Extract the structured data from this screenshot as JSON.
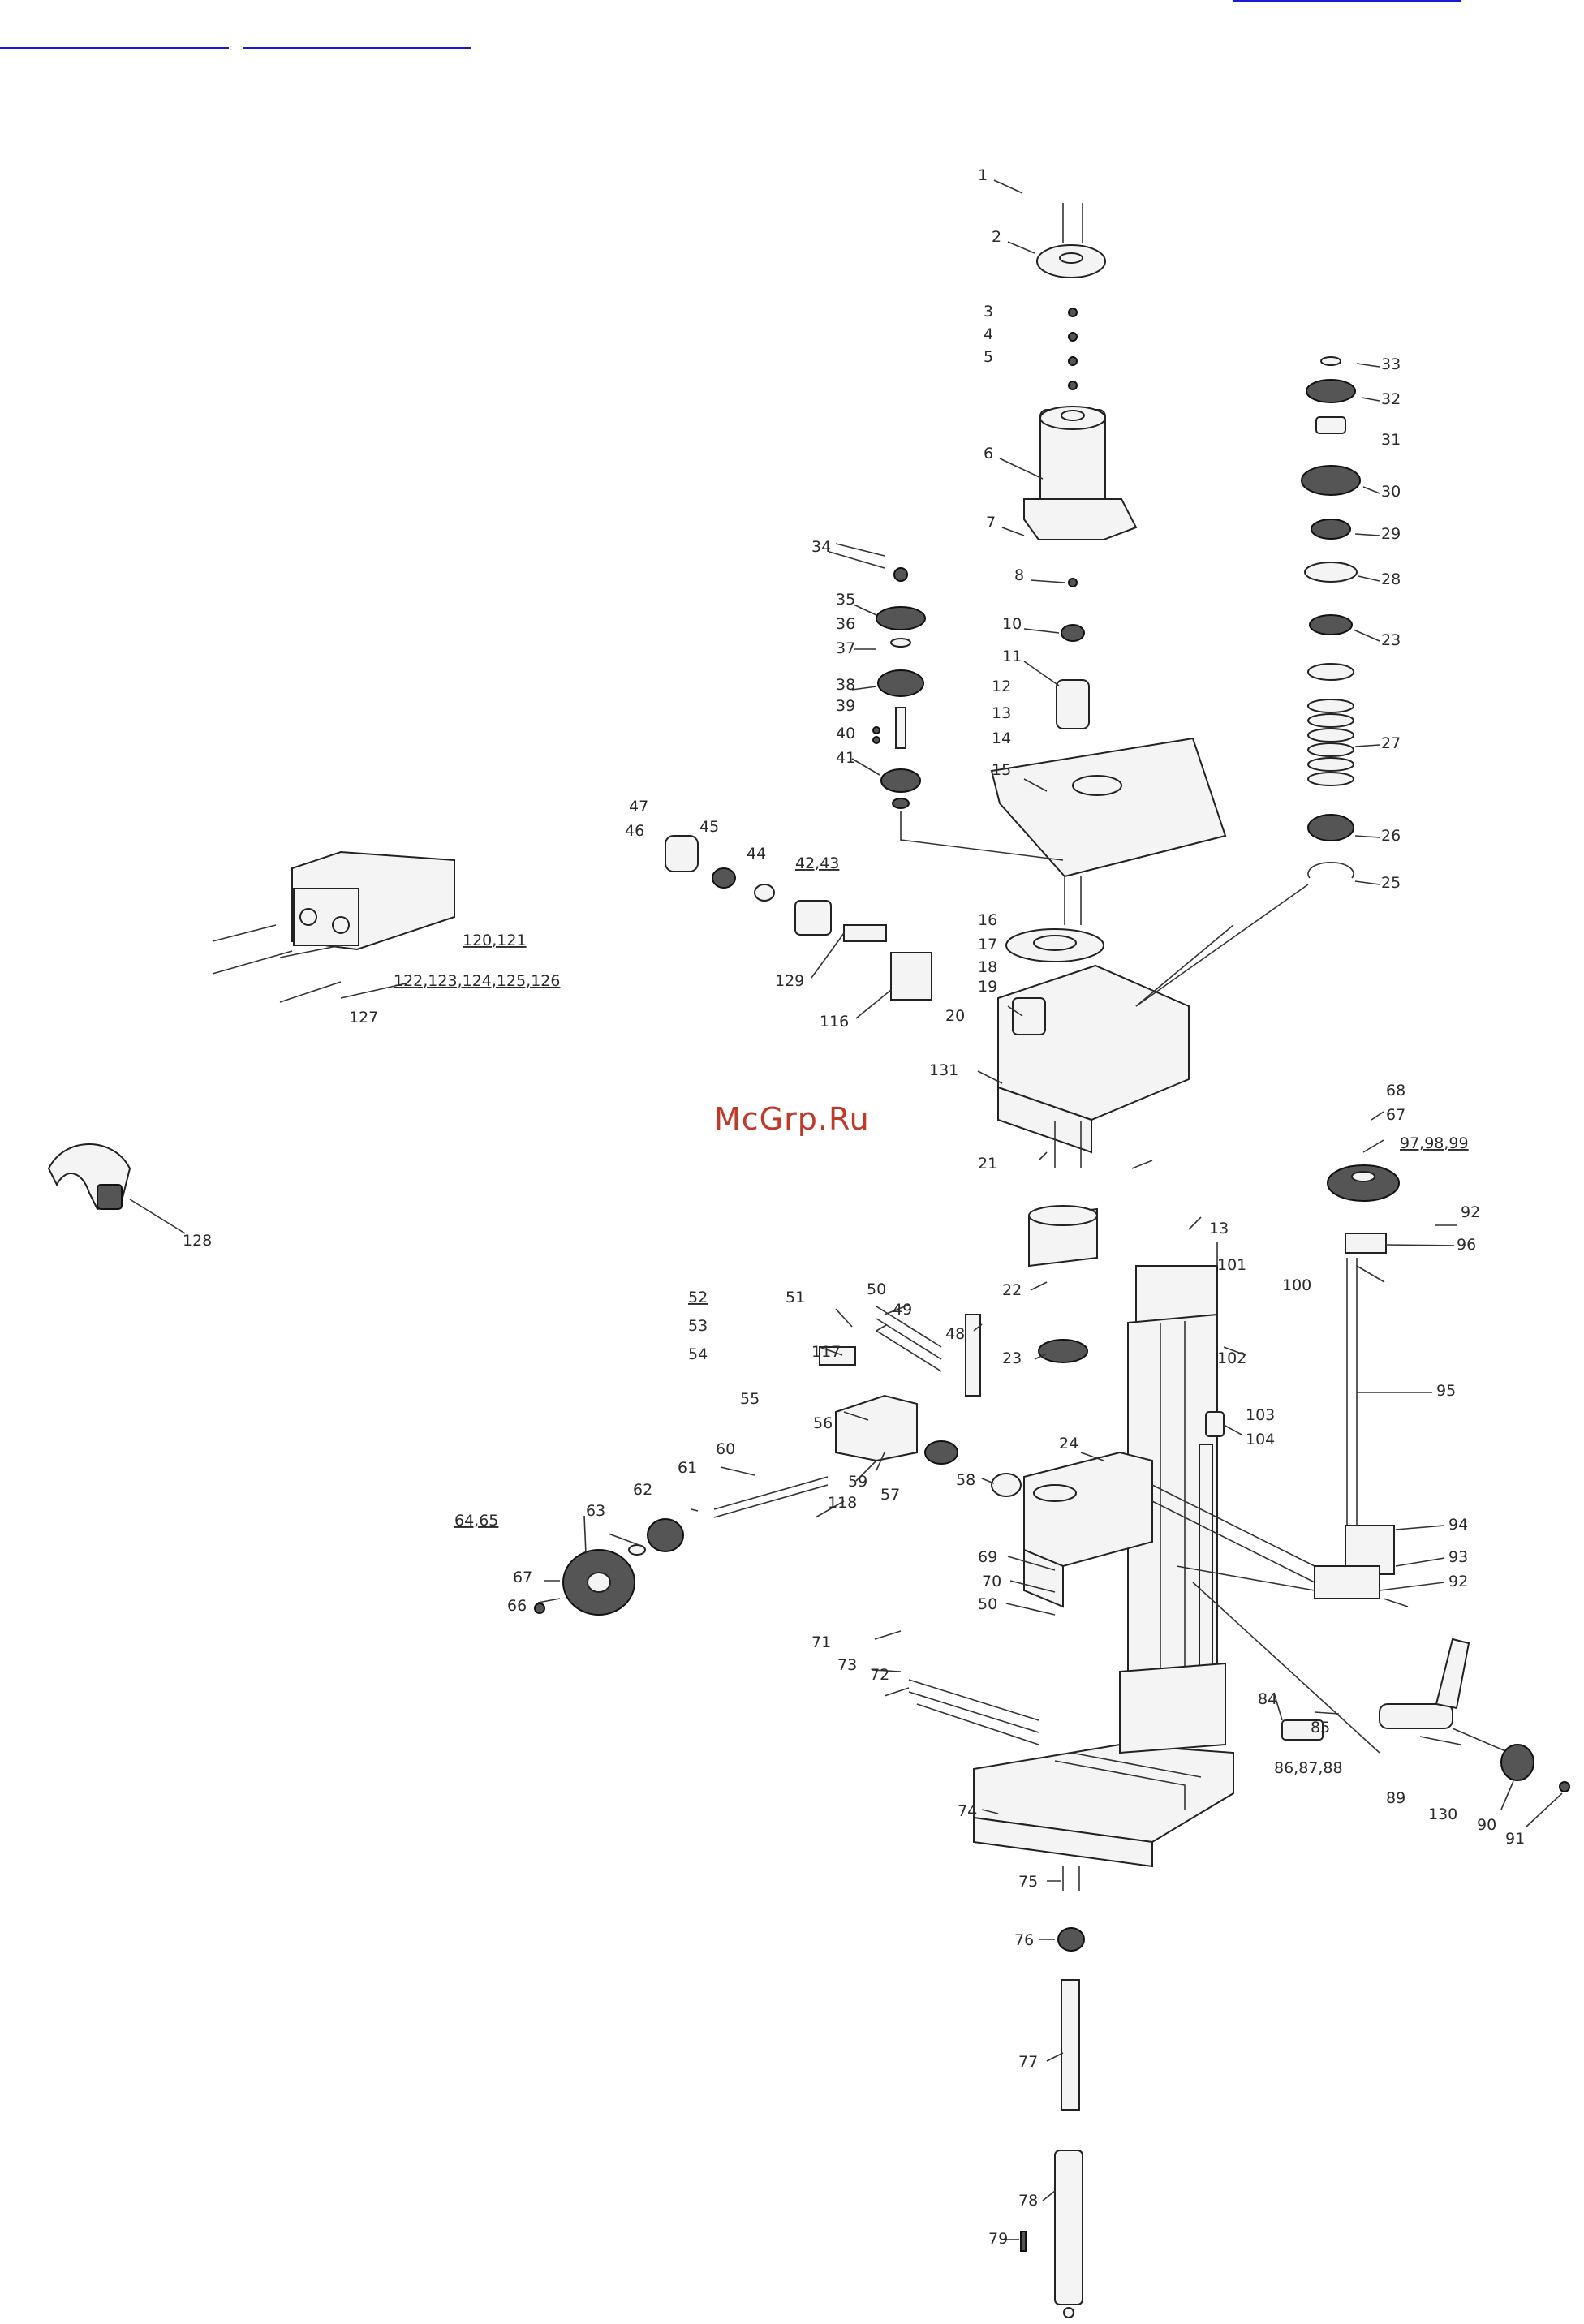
{
  "watermark": "McGrp.Ru",
  "labels": {
    "l1": "1",
    "l2": "2",
    "l3": "3",
    "l4": "4",
    "l5": "5",
    "l6": "6",
    "l7": "7",
    "l8": "8",
    "l10": "10",
    "l11": "11",
    "l12": "12",
    "l13": "13",
    "l14": "14",
    "l15": "15",
    "l16": "16",
    "l17": "17",
    "l18": "18",
    "l19": "19",
    "l20": "20",
    "l21": "21",
    "l22": "22",
    "l23a": "23",
    "l23b": "23",
    "l24": "24",
    "l25": "25",
    "l26": "26",
    "l27": "27",
    "l28": "28",
    "l29": "29",
    "l30": "30",
    "l31": "31",
    "l32": "32",
    "l33": "33",
    "l34": "34",
    "l35": "35",
    "l36": "36",
    "l37": "37",
    "l38": "38",
    "l39": "39",
    "l40": "40",
    "l41": "41",
    "l4243": "42,43",
    "l44": "44",
    "l45": "45",
    "l46": "46",
    "l47": "47",
    "l48": "48",
    "l49": "49",
    "l50a": "50",
    "l50b": "50",
    "l51": "51",
    "l52": "52",
    "l53": "53",
    "l54": "54",
    "l55": "55",
    "l56": "56",
    "l57": "57",
    "l58": "58",
    "l59": "59",
    "l60": "60",
    "l61": "61",
    "l62": "62",
    "l63": "63",
    "l6465": "64,65",
    "l66": "66",
    "l67a": "67",
    "l67b": "67",
    "l68": "68",
    "l69": "69",
    "l70": "70",
    "l71": "71",
    "l72": "72",
    "l73": "73",
    "l74": "74",
    "l75": "75",
    "l76": "76",
    "l77": "77",
    "l78": "78",
    "l79": "79",
    "l84": "84",
    "l85": "85",
    "l868788": "86,87,88",
    "l89": "89",
    "l90": "90",
    "l91": "91",
    "l92a": "92",
    "l92b": "92",
    "l93": "93",
    "l94": "94",
    "l95": "95",
    "l96": "96",
    "l979899": "97,98,99",
    "l100": "100",
    "l101": "101",
    "l102": "102",
    "l103": "103",
    "l104": "104",
    "l113": "13",
    "l116": "116",
    "l117": "117",
    "l118": "118",
    "l120121": "120,121",
    "l122126": "122,123,124,125,126",
    "l127": "127",
    "l128": "128",
    "l129": "129",
    "l130": "130",
    "l131": "131"
  }
}
